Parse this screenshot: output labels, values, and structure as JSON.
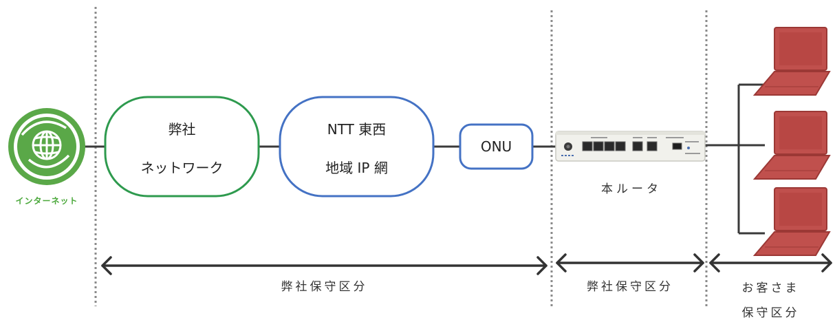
{
  "internet": {
    "label": "インターネット",
    "icon": "globe-icon",
    "color": "#4aa83a"
  },
  "company_network": {
    "line1": "弊社",
    "line2": "ネットワーク",
    "border": "#2e9a4e"
  },
  "ntt_network": {
    "line1": "NTT 東西",
    "line2": "地域 IP 網",
    "border": "#4472c4"
  },
  "onu": {
    "label": "ONU",
    "border": "#4472c4"
  },
  "router": {
    "label": "本ルータ",
    "icon": "router-device-icon"
  },
  "clients": {
    "icon": "laptop-icon",
    "color": "#c0504d",
    "count": 3
  },
  "zones": {
    "company": "弊社保守区分",
    "router": "弊社保守区分",
    "customer_line1": "お客さま",
    "customer_line2": "保守区分"
  }
}
